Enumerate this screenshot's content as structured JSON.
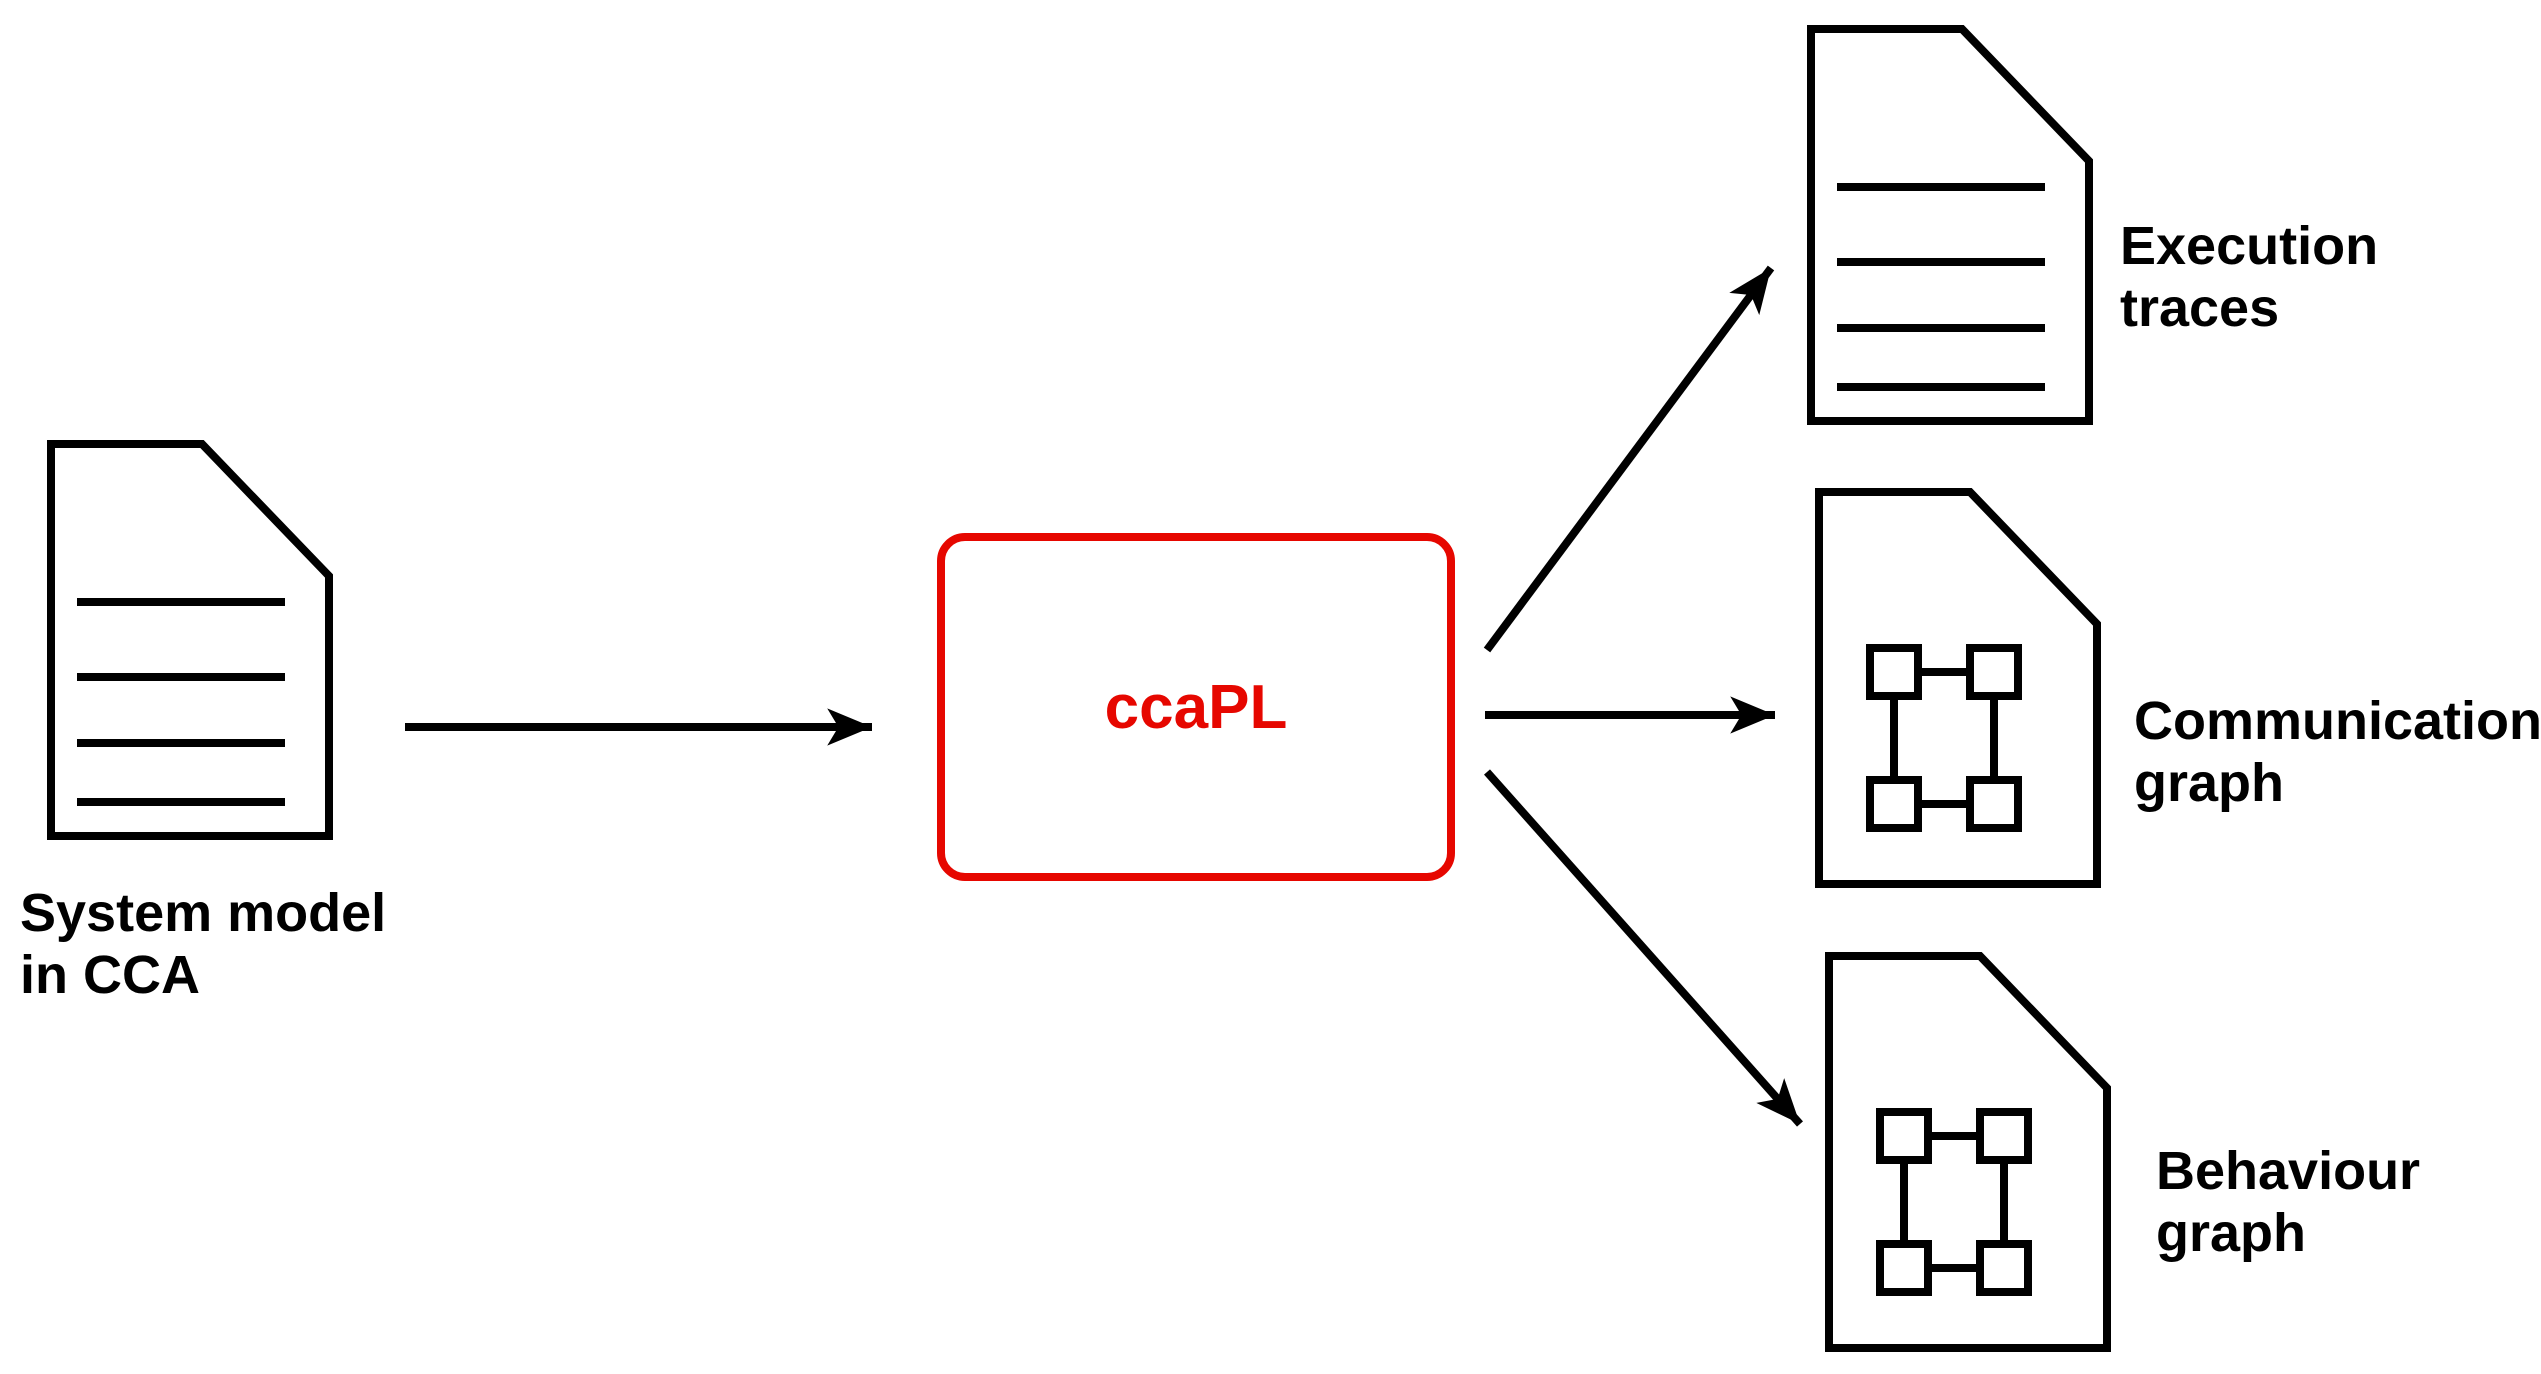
{
  "diagram_type": "flow-diagram",
  "colors": {
    "background": "#ffffff",
    "outline_black": "#000000",
    "accent_red": "#e60700",
    "label_text": "#000000"
  },
  "process_box": {
    "label": "ccaPL",
    "border_color": "#e60700",
    "text_color": "#e60700"
  },
  "nodes": {
    "system_model": {
      "lines": [
        "System model",
        "in CCA"
      ],
      "icon": "document-text-lines-icon"
    },
    "execution_traces": {
      "lines": [
        "Execution",
        "traces"
      ],
      "icon": "document-text-lines-icon"
    },
    "communication_graph": {
      "lines": [
        "Communication",
        "graph"
      ],
      "icon": "document-graph-icon"
    },
    "behaviour_graph": {
      "lines": [
        "Behaviour",
        "graph"
      ],
      "icon": "document-graph-icon"
    }
  },
  "arrows": [
    {
      "from": "system_model",
      "to": "ccaPL"
    },
    {
      "from": "ccaPL",
      "to": "execution_traces"
    },
    {
      "from": "ccaPL",
      "to": "communication_graph"
    },
    {
      "from": "ccaPL",
      "to": "behaviour_graph"
    }
  ]
}
